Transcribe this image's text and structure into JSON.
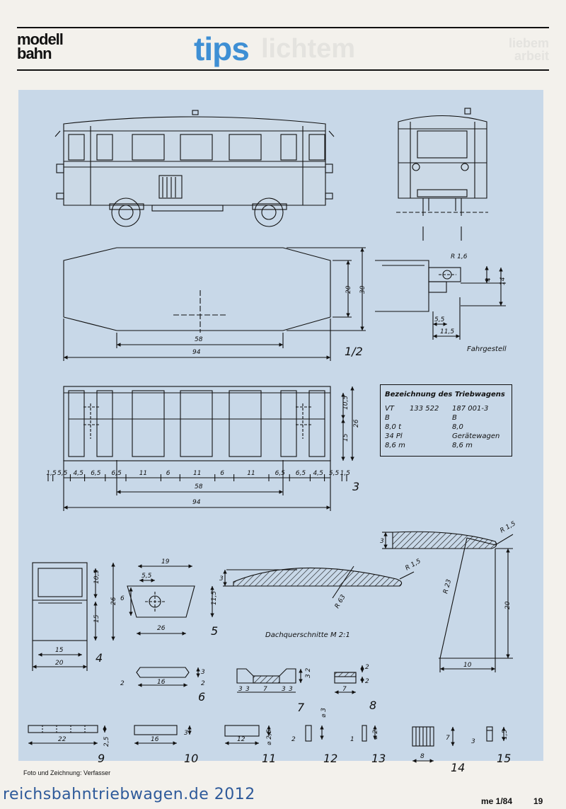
{
  "header": {
    "brand_line1": "modell",
    "brand_line2": "bahn",
    "section": "tips",
    "ghost_title": "lichtem",
    "ghost_right_line1": "liebem",
    "ghost_right_line2": "arbeit"
  },
  "legend": {
    "title": "Bezeichnung des Triebwagens",
    "rows": [
      [
        "VT",
        "133 522",
        "187 001-3"
      ],
      [
        "B",
        "",
        "B"
      ],
      [
        "8,0 t",
        "",
        "8,0"
      ],
      [
        "34 Pl",
        "",
        "Gerätewagen"
      ],
      [
        "8,6 m",
        "",
        "8,6 m"
      ]
    ]
  },
  "figures": {
    "fig_half": "1/2",
    "fig3": "3",
    "fig4": "4",
    "fig5": "5",
    "fig6": "6",
    "fig7": "7",
    "fig8": "8",
    "fig9": "9",
    "fig10": "10",
    "fig11": "11",
    "fig12": "12",
    "fig13": "13",
    "fig14": "14",
    "fig15": "15"
  },
  "labels": {
    "fahrgestell": "Fahrgestell",
    "dachquerschnitte": "Dachquerschnitte   M 2:1"
  },
  "dims": {
    "floor_58": "58",
    "floor_94": "94",
    "floor_20": "20",
    "floor_30": "30",
    "r16": "R 1,6",
    "d4": "4",
    "d14": "14",
    "d55": "5,5",
    "d115": "11,5",
    "side_series": [
      "1,5",
      "5,5",
      "4,5",
      "6,5",
      "6,5",
      "11",
      "6",
      "11",
      "6",
      "11",
      "6,5",
      "6,5",
      "4,5",
      "5,5",
      "1,5"
    ],
    "side_58": "58",
    "side_94": "94",
    "side_105": "10,5",
    "side_26": "26",
    "side_15": "15",
    "f4_105": "10,5",
    "f4_26": "26",
    "f4_15": "15",
    "f4_w15": "15",
    "f4_w20": "20",
    "f5_19": "19",
    "f5_55": "5,5",
    "f5_6": "6",
    "f5_115": "11,5",
    "f5_26": "26",
    "roof1_3": "3",
    "roof1_r15": "R 1,5",
    "roof1_r63": "R 63",
    "roof2_3": "3",
    "roof2_r15": "R 1,5",
    "roof2_r23": "R 23",
    "roof2_20": "20",
    "roof2_10": "10",
    "f6_2": "2",
    "f6_16": "16",
    "f6_3": "3",
    "f6_2b": "2",
    "f7_3a": "3",
    "f7_3b": "3",
    "f7_7": "7",
    "f7_3c": "3",
    "f7_3d": "3",
    "f7_32": "3 2",
    "f8_2": "2",
    "f8_7": "7",
    "f8_2b": "2",
    "f9_22": "22",
    "f9_25": "2,5",
    "f10_16": "16",
    "f10_3": "3",
    "f11_12": "12",
    "f11_25": "⌀ 2,5",
    "f12_2": "2",
    "f12_3": "⌀ 3",
    "f13_1": "1",
    "f13_2": "⌀ 2",
    "f14_8": "8",
    "f14_7": "7",
    "f15_3": "3",
    "f15_15": "1,5"
  },
  "footer": {
    "credit": "Foto und Zeichnung: Verfasser",
    "watermark": "reichsbahntriebwagen.de 2012",
    "issue": "me 1/84",
    "page": "19"
  }
}
